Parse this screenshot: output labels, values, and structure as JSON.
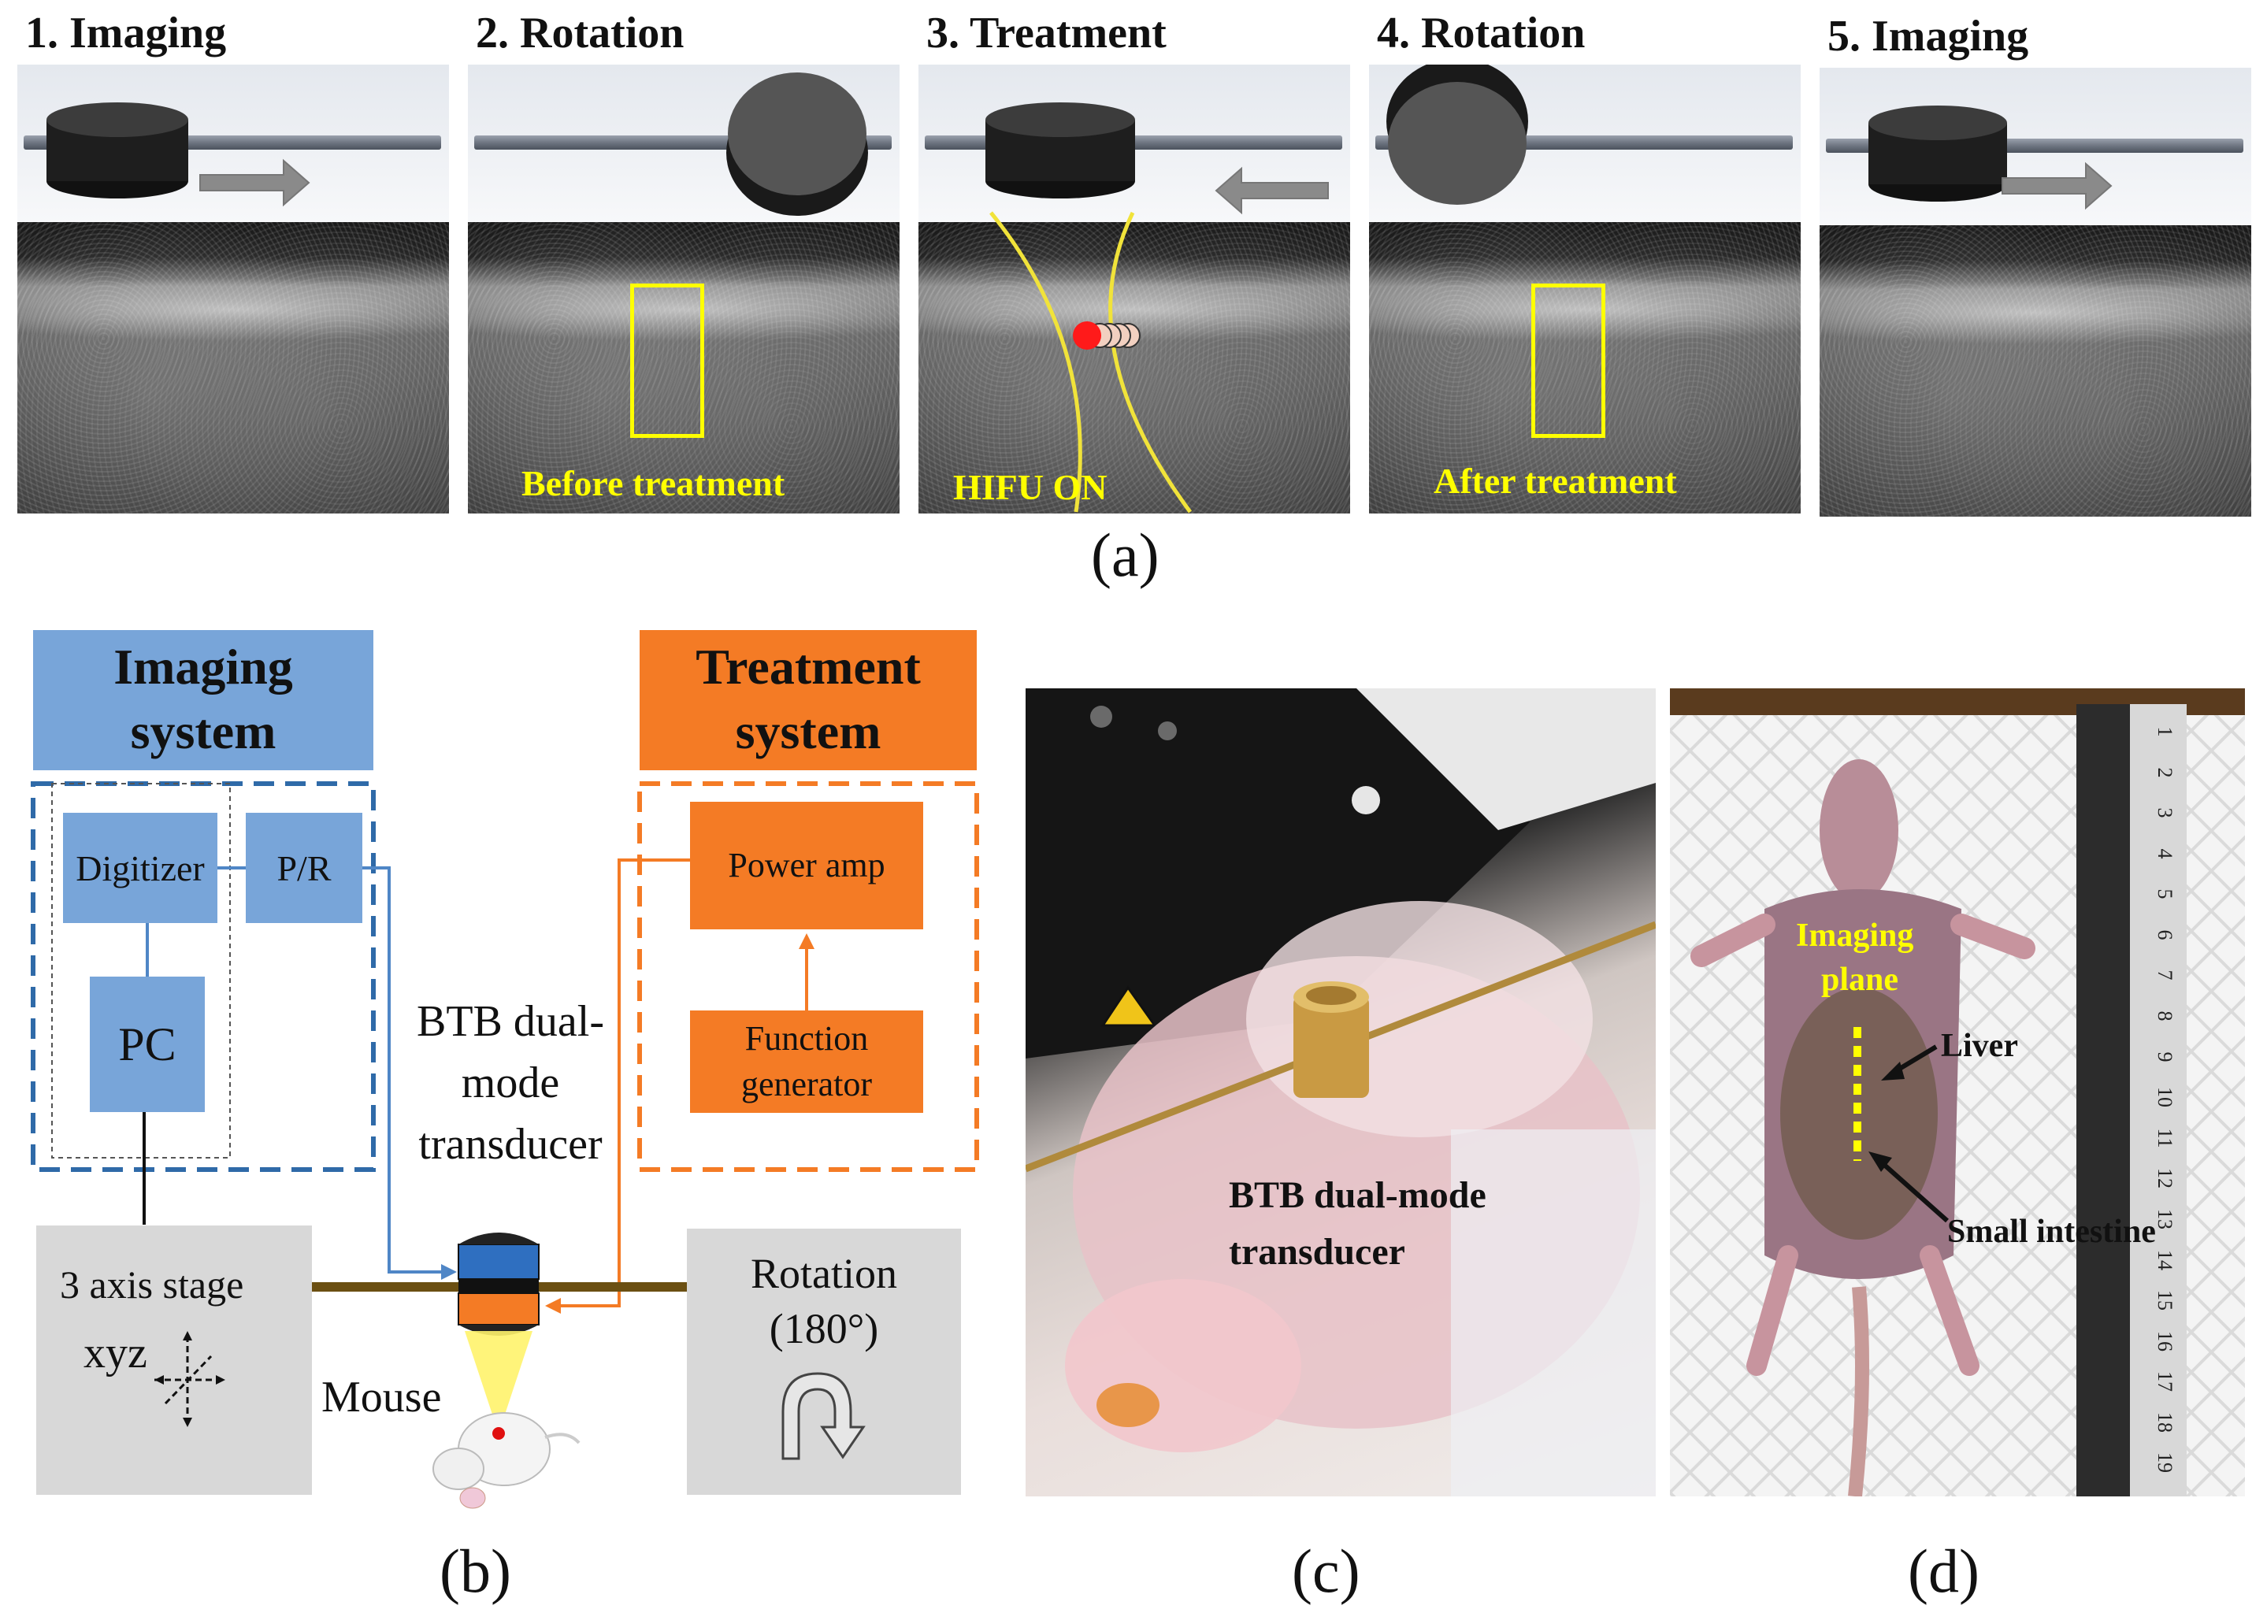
{
  "panel_a": {
    "steps": [
      {
        "title": "1. Imaging",
        "overlay": ""
      },
      {
        "title": "2. Rotation",
        "overlay": "Before treatment"
      },
      {
        "title": "3. Treatment",
        "overlay": "HIFU ON"
      },
      {
        "title": "4. Rotation",
        "overlay": "After treatment"
      },
      {
        "title": "5. Imaging",
        "overlay": ""
      }
    ],
    "label": "(a)"
  },
  "panel_b": {
    "imaging_system": {
      "title_line1": "Imaging",
      "title_line2": "system",
      "digitizer": "Digitizer",
      "pr": "P/R",
      "pc": "PC"
    },
    "treatment_system": {
      "title_line1": "Treatment",
      "title_line2": "system",
      "power_amp": "Power amp",
      "function_generator_line1": "Function",
      "function_generator_line2": "generator"
    },
    "transducer_line1": "BTB dual-",
    "transducer_line2": "mode",
    "transducer_line3": "transducer",
    "stage": {
      "line1": "3 axis stage",
      "line2": "xyz"
    },
    "rotation": {
      "line1": "Rotation",
      "line2": "(180°)"
    },
    "mouse": "Mouse",
    "label": "(b)",
    "colors": {
      "blue": "#78a5d9",
      "orange": "#f47b25",
      "gray": "#d8d8d8",
      "rail": "#6b4f12"
    }
  },
  "panel_c": {
    "label_line1": "BTB dual-mode",
    "label_line2": "transducer",
    "label": "(c)"
  },
  "panel_d": {
    "imaging_line1": "Imaging",
    "imaging_line2": "plane",
    "liver": "Liver",
    "small_intestine": "Small intestine",
    "label": "(d)",
    "ruler_marks": [
      "1",
      "2",
      "3",
      "4",
      "5",
      "6",
      "7",
      "8",
      "9",
      "10",
      "11",
      "12",
      "13",
      "14",
      "15",
      "16",
      "17",
      "18",
      "19"
    ]
  }
}
